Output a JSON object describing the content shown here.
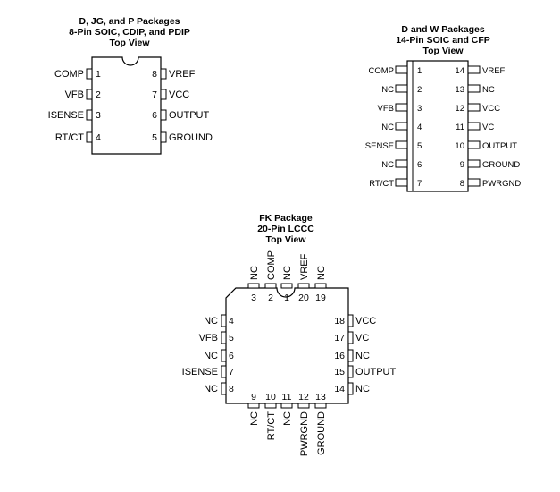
{
  "packages": [
    {
      "title": [
        "D, JG, and P Packages",
        "8-Pin SOIC, CDIP, and PDIP",
        "Top View"
      ],
      "left_pins": [
        {
          "num": "1",
          "name": "COMP"
        },
        {
          "num": "2",
          "name": "VFB"
        },
        {
          "num": "3",
          "name": "ISENSE"
        },
        {
          "num": "4",
          "name": "RT/CT"
        }
      ],
      "right_pins": [
        {
          "num": "8",
          "name": "VREF"
        },
        {
          "num": "7",
          "name": "VCC"
        },
        {
          "num": "6",
          "name": "OUTPUT"
        },
        {
          "num": "5",
          "name": "GROUND"
        }
      ]
    },
    {
      "title": [
        "D and W Packages",
        "14-Pin SOIC and CFP",
        "Top View"
      ],
      "left_pins": [
        {
          "num": "1",
          "name": "COMP"
        },
        {
          "num": "2",
          "name": "NC"
        },
        {
          "num": "3",
          "name": "VFB"
        },
        {
          "num": "4",
          "name": "NC"
        },
        {
          "num": "5",
          "name": "ISENSE"
        },
        {
          "num": "6",
          "name": "NC"
        },
        {
          "num": "7",
          "name": "RT/CT"
        }
      ],
      "right_pins": [
        {
          "num": "14",
          "name": "VREF"
        },
        {
          "num": "13",
          "name": "NC"
        },
        {
          "num": "12",
          "name": "VCC"
        },
        {
          "num": "11",
          "name": "VC"
        },
        {
          "num": "10",
          "name": "OUTPUT"
        },
        {
          "num": "9",
          "name": "GROUND"
        },
        {
          "num": "8",
          "name": "PWRGND"
        }
      ]
    },
    {
      "title": [
        "FK Package",
        "20-Pin LCCC",
        "Top View"
      ],
      "top_pins": [
        {
          "num": "3",
          "name": "NC"
        },
        {
          "num": "2",
          "name": "COMP"
        },
        {
          "num": "1",
          "name": "NC"
        },
        {
          "num": "20",
          "name": "VREF"
        },
        {
          "num": "19",
          "name": "NC"
        }
      ],
      "left_pins": [
        {
          "num": "4",
          "name": "NC"
        },
        {
          "num": "5",
          "name": "VFB"
        },
        {
          "num": "6",
          "name": "NC"
        },
        {
          "num": "7",
          "name": "ISENSE"
        },
        {
          "num": "8",
          "name": "NC"
        }
      ],
      "right_pins": [
        {
          "num": "18",
          "name": "VCC"
        },
        {
          "num": "17",
          "name": "VC"
        },
        {
          "num": "16",
          "name": "NC"
        },
        {
          "num": "15",
          "name": "OUTPUT"
        },
        {
          "num": "14",
          "name": "NC"
        }
      ],
      "bottom_pins": [
        {
          "num": "9",
          "name": "NC"
        },
        {
          "num": "10",
          "name": "RT/CT"
        },
        {
          "num": "11",
          "name": "NC"
        },
        {
          "num": "12",
          "name": "PWRGND"
        },
        {
          "num": "13",
          "name": "GROUND"
        }
      ]
    }
  ]
}
